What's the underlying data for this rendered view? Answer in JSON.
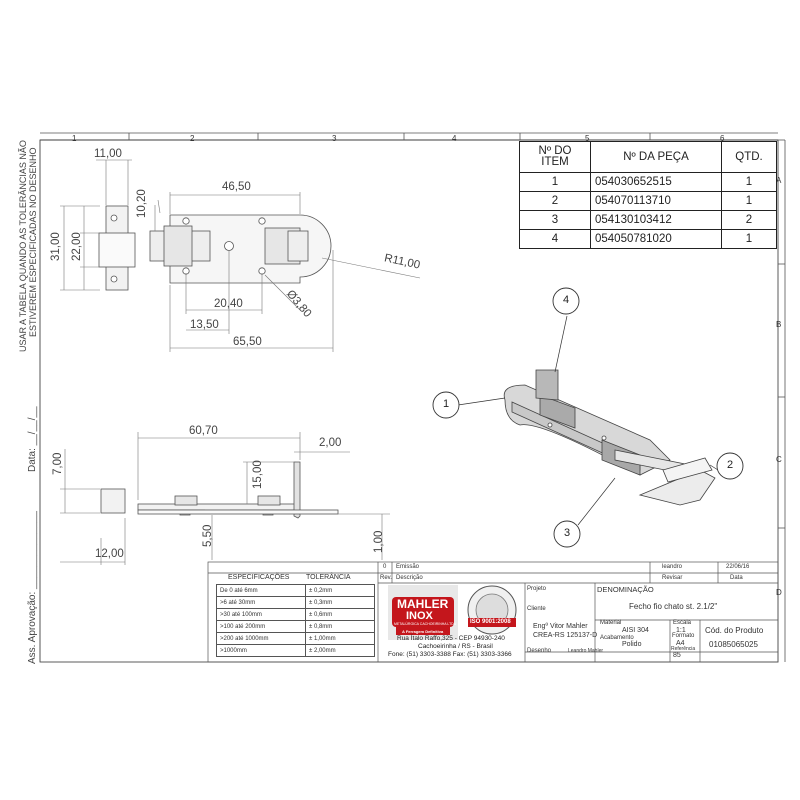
{
  "zones_top": [
    "1",
    "2",
    "3",
    "4",
    "5",
    "6"
  ],
  "zones_right": [
    "A",
    "B",
    "C",
    "D"
  ],
  "side_notes": {
    "line1": "USAR A TABELA QUANDO AS TOLERÂNCIAS NÃO",
    "line2": "ESTIVEREM  ESPECIFICADAS NO DESENHO",
    "date_label": "Data: __/__/__",
    "approval_label": "Ass. Aprovação: ______________"
  },
  "bom": {
    "headers": [
      "Nº DO ITEM",
      "Nº DA PEÇA",
      "QTD."
    ],
    "rows": [
      {
        "item": "1",
        "part": "054030652515",
        "qty": "1"
      },
      {
        "item": "2",
        "part": "054070113710",
        "qty": "1"
      },
      {
        "item": "3",
        "part": "054130103412",
        "qty": "2"
      },
      {
        "item": "4",
        "part": "054050781020",
        "qty": "1"
      }
    ]
  },
  "dimensions": {
    "d_11_00": "11,00",
    "d_10_20": "10,20",
    "d_31_00": "31,00",
    "d_22_00": "22,00",
    "d_46_50": "46,50",
    "d_r11_00": "R11,00",
    "d_20_40": "20,40",
    "d_3_80": "Ø3,80",
    "d_13_50": "13,50",
    "d_65_50": "65,50",
    "d_60_70": "60,70",
    "d_2_00": "2,00",
    "d_7_00": "7,00",
    "d_15_00": "15,00",
    "d_5_50": "5,50",
    "d_12_00": "12,00",
    "d_1_00": "1,00"
  },
  "balloons": [
    "1",
    "2",
    "3",
    "4"
  ],
  "spec_table": {
    "header_spec": "ESPECIFICAÇÕES",
    "header_tol": "TOLERÂNCIA",
    "rows": [
      {
        "spec": "De 0 até 6mm",
        "tol": "± 0,2mm"
      },
      {
        "spec": ">6 até 30mm",
        "tol": "± 0,3mm"
      },
      {
        "spec": ">30 até 100mm",
        "tol": "± 0,6mm"
      },
      {
        "spec": ">100 até 200mm",
        "tol": "± 0,8mm"
      },
      {
        "spec": ">200 até 1000mm",
        "tol": "± 1,00mm"
      },
      {
        "spec": ">1000mm",
        "tol": "± 2,00mm"
      }
    ]
  },
  "title_block": {
    "rev_0": "0",
    "emissao": "Emissão",
    "rev": "Rev.",
    "descricao": "Descrição",
    "author": "leandro",
    "date": "22/06/16",
    "revisar": "Revisar",
    "data": "Data",
    "projeto": "Projeto",
    "cliente": "Cliente",
    "desenho": "Desenho",
    "desenho_by": "Leandro Mahler",
    "denominacao_label": "DENOMINAÇÃO",
    "denominacao": "Fecho fio chato st. 2.1/2\"",
    "engineer": "Engº Vitor Mahler",
    "crea": "CREA-RS 125137-D",
    "material_label": "Material",
    "material": "AISI 304",
    "acabamento_label": "Acabamento",
    "acabamento": "Polido",
    "escala_label": "Escala",
    "escala": "1:1",
    "formato_label": "Formato",
    "formato": "A4",
    "referencia_label": "Referência",
    "referencia": "85",
    "cod_label": "Cód. do Produto",
    "cod": "01085065025"
  },
  "company": {
    "logo_top": "MAHLER",
    "logo_bottom": "INOX",
    "logo_tag1": "METALÚRGICA CACHOEIRINHA LTDA",
    "logo_tag2": "A Ferragem Definitiva",
    "iso": "ISO 9001:2008",
    "address": "Rua Ítalo Raffo,325 - CEP 94930-240",
    "city": "Cachoeirinha / RS - Brasil",
    "phone": "Fone: (51) 3303-3388 Fax: (51) 3303-3366"
  },
  "colors": {
    "line": "#555555",
    "frame": "#333333",
    "part": "#c8c8c8",
    "logo_red": "#c4161c"
  }
}
